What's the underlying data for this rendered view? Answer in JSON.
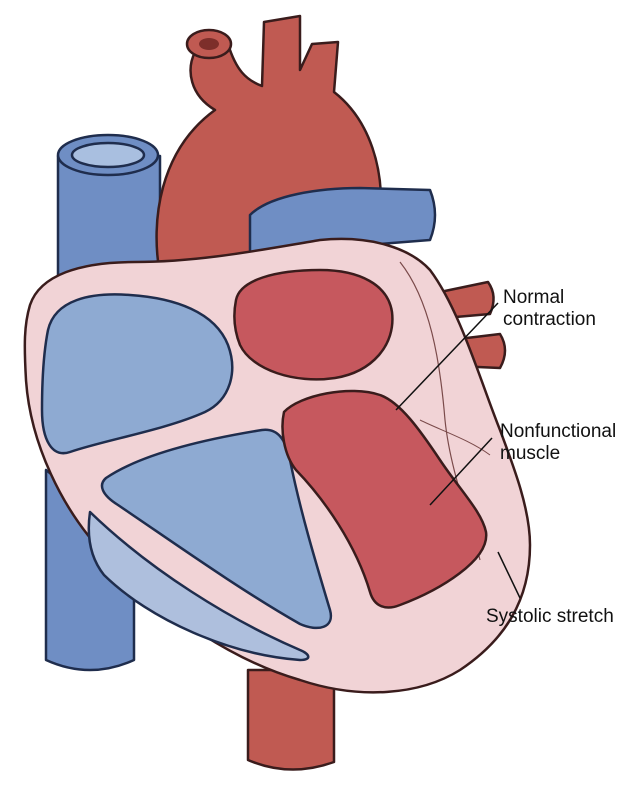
{
  "labels": {
    "normal_contraction": "Normal\ncontraction",
    "nonfunctional_muscle": "Nonfunctional\nmuscle",
    "systolic_stretch": "Systolic stretch"
  },
  "colors": {
    "artery_red": "#c05a52",
    "vessel_blue": "#6f8ec4",
    "chamber_blue": "#8eaad2",
    "chamber_light_blue": "#aebfdd",
    "myocardium_pink": "#f1d3d6",
    "ventricle_red": "#c6585e"
  }
}
